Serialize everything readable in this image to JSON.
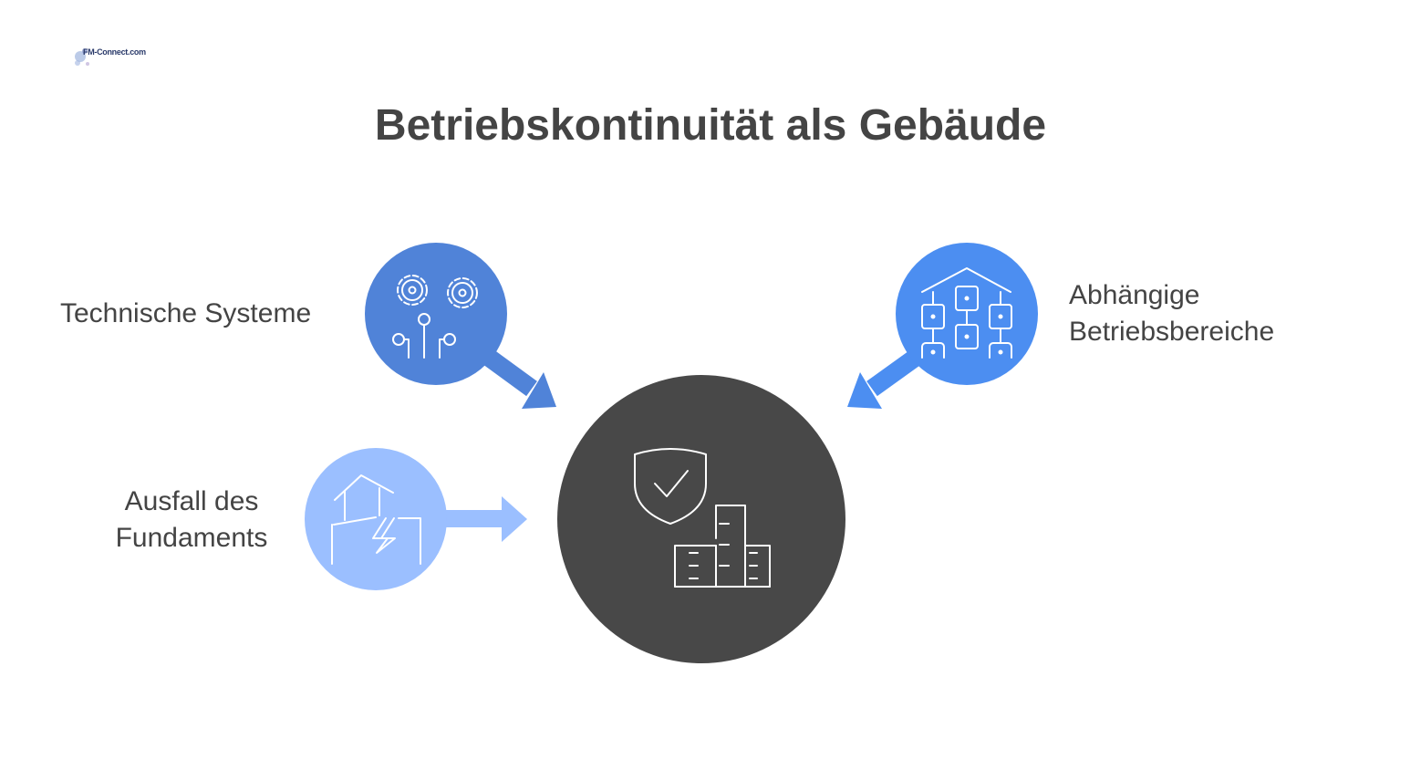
{
  "logo": {
    "text": "FM-Connect.com",
    "alt": "FM-Connect logo"
  },
  "title": "Betriebskontinuität als Gebäude",
  "nodes": {
    "technical_systems": {
      "label": "Technische Systeme",
      "icon": "gears-circuit-icon",
      "color": "#5083D8"
    },
    "foundation_failure": {
      "label": "Ausfall des\nFundaments",
      "icon": "cracked-house-icon",
      "color": "#9BBFFF"
    },
    "dependent_areas": {
      "label": "Abhängige\nBetriebsbereiche",
      "icon": "building-network-icon",
      "color": "#4C8EF1"
    },
    "center": {
      "icon": "shield-check-buildings-icon",
      "color": "#484848"
    }
  }
}
